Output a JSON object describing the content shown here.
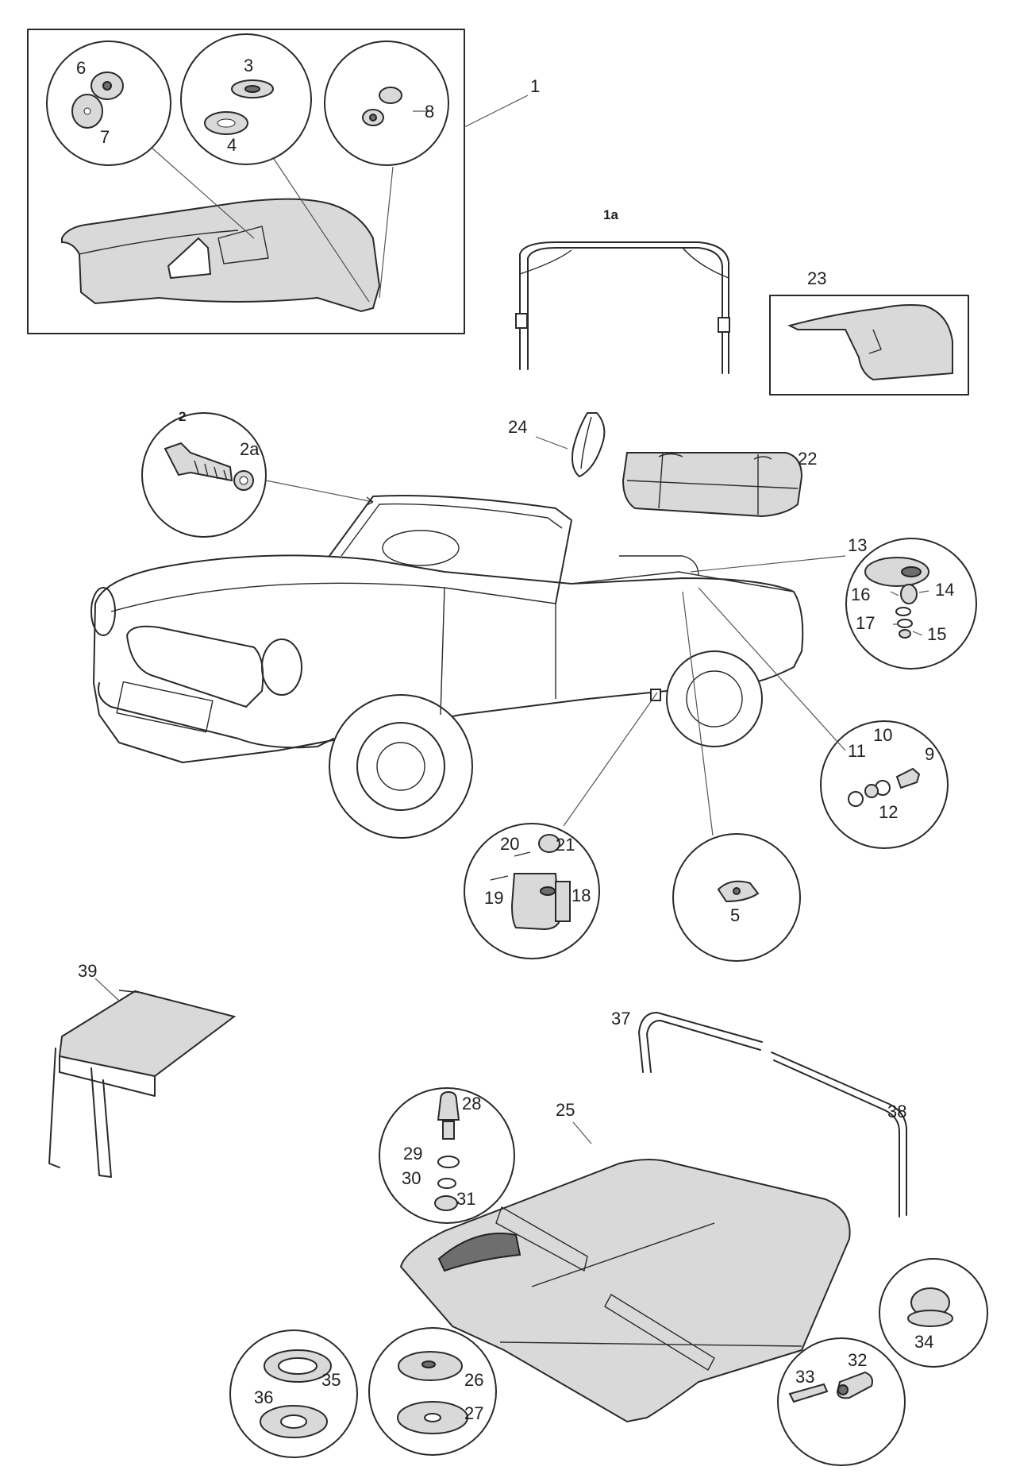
{
  "labels": {
    "l1": "1",
    "l1a": "1a",
    "l2": "2",
    "l2a": "2a",
    "l3": "3",
    "l4": "4",
    "l5": "5",
    "l6": "6",
    "l7": "7",
    "l8": "8",
    "l9": "9",
    "l10": "10",
    "l11": "11",
    "l12": "12",
    "l13": "13",
    "l14": "14",
    "l15": "15",
    "l16": "16",
    "l17": "17",
    "l18": "18",
    "l19": "19",
    "l20": "20",
    "l21": "21",
    "l22": "22",
    "l23": "23",
    "l24": "24",
    "l25": "25",
    "l26": "26",
    "l27": "27",
    "l28": "28",
    "l29": "29",
    "l30": "30",
    "l31": "31",
    "l32": "32",
    "l33": "33",
    "l34": "34",
    "l35": "35",
    "l36": "36",
    "l37": "37",
    "l38": "38",
    "l39": "39"
  },
  "colors": {
    "ink": "#2a2a2a",
    "fabric": "#d9d9d9",
    "paper": "#ffffff"
  }
}
